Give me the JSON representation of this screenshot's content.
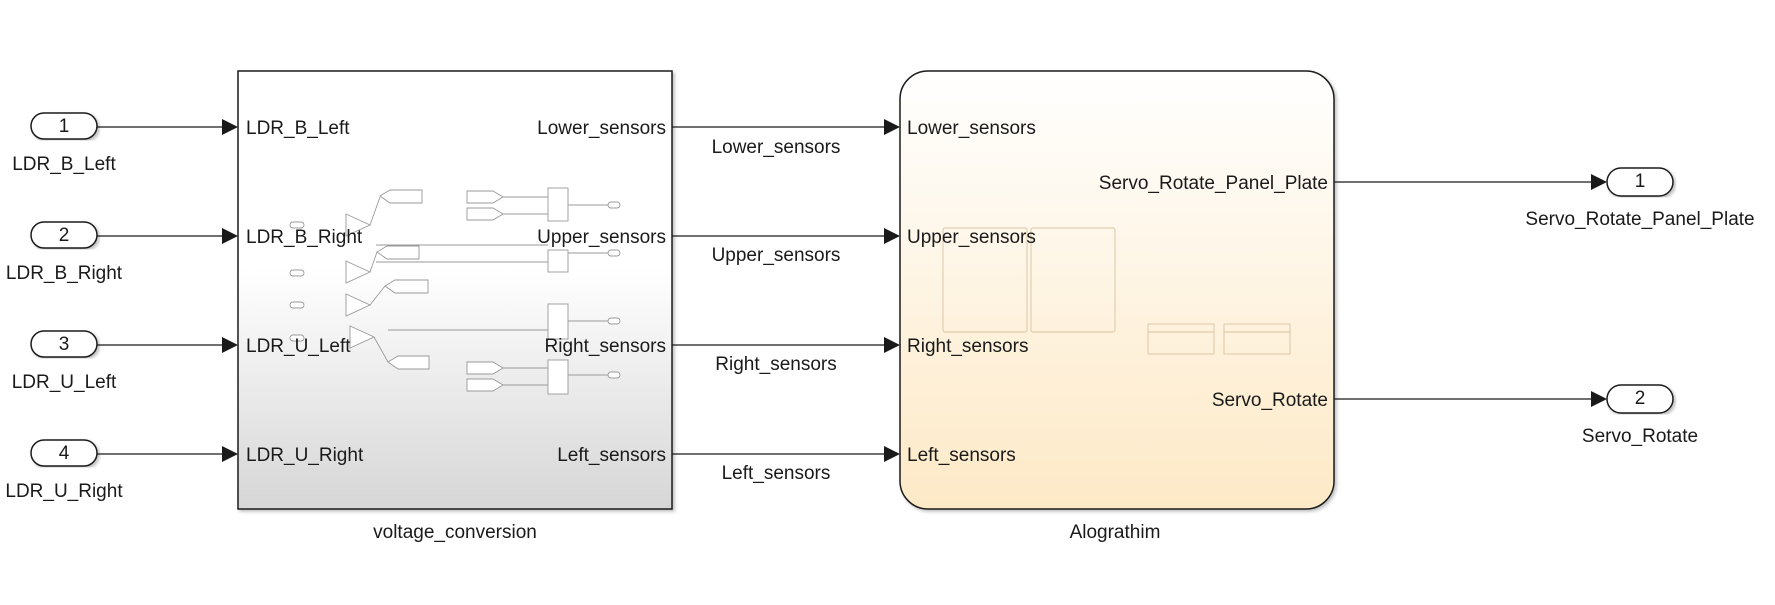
{
  "inports": [
    {
      "number": "1",
      "name": "LDR_B_Left"
    },
    {
      "number": "2",
      "name": "LDR_B_Right"
    },
    {
      "number": "3",
      "name": "LDR_U_Left"
    },
    {
      "number": "4",
      "name": "LDR_U_Right"
    }
  ],
  "voltage_block": {
    "name": "voltage_conversion",
    "inputs": [
      "LDR_B_Left",
      "LDR_B_Right",
      "LDR_U_Left",
      "LDR_U_Right"
    ],
    "outputs": [
      "Lower_sensors",
      "Upper_sensors",
      "Right_sensors",
      "Left_sensors"
    ]
  },
  "signals": [
    "Lower_sensors",
    "Upper_sensors",
    "Right_sensors",
    "Left_sensors"
  ],
  "algorithm_block": {
    "name": "Alograthim",
    "inputs": [
      "Lower_sensors",
      "Upper_sensors",
      "Right_sensors",
      "Left_sensors"
    ],
    "outputs": [
      "Servo_Rotate_Panel_Plate",
      "Servo_Rotate"
    ]
  },
  "outports": [
    {
      "number": "1",
      "name": "Servo_Rotate_Panel_Plate"
    },
    {
      "number": "2",
      "name": "Servo_Rotate"
    }
  ]
}
